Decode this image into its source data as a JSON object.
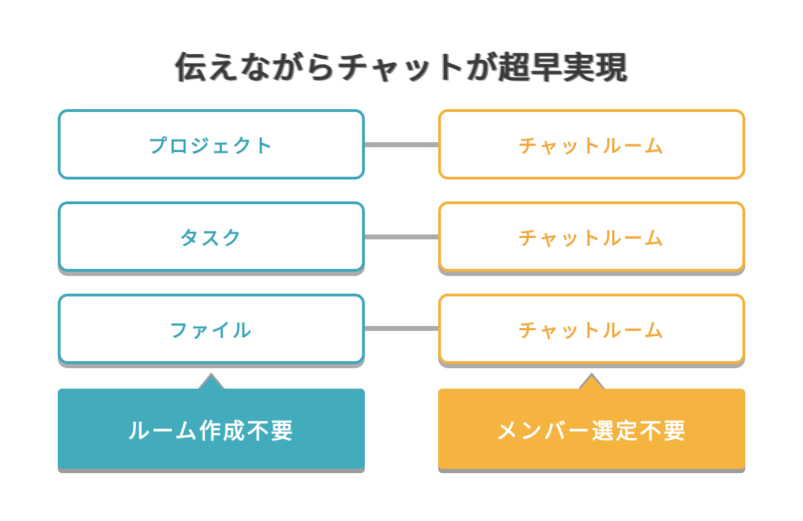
{
  "title": {
    "text": "伝えながらチャットが超早実現"
  },
  "colors": {
    "teal": "#3fa6ba",
    "teal_text": "#3aa3b8",
    "teal_fill": "#43acbc",
    "orange": "#f2b13d",
    "orange_text": "#f1a83b",
    "orange_fill": "#f5b340",
    "connector_gray": "#ababab",
    "shadow_gray": "#9e9e9e",
    "title_color": "#3a3a3a",
    "page_bg": "#ffffff"
  },
  "diagram": {
    "rows": [
      {
        "left": "プロジェクト",
        "right": "チャットルーム"
      },
      {
        "left": "タスク",
        "right": "チャットルーム"
      },
      {
        "left": "ファイル",
        "right": "チャットルーム"
      }
    ],
    "badges": {
      "left": "ルーム作成不要",
      "right": "メンバー選定不要"
    }
  }
}
